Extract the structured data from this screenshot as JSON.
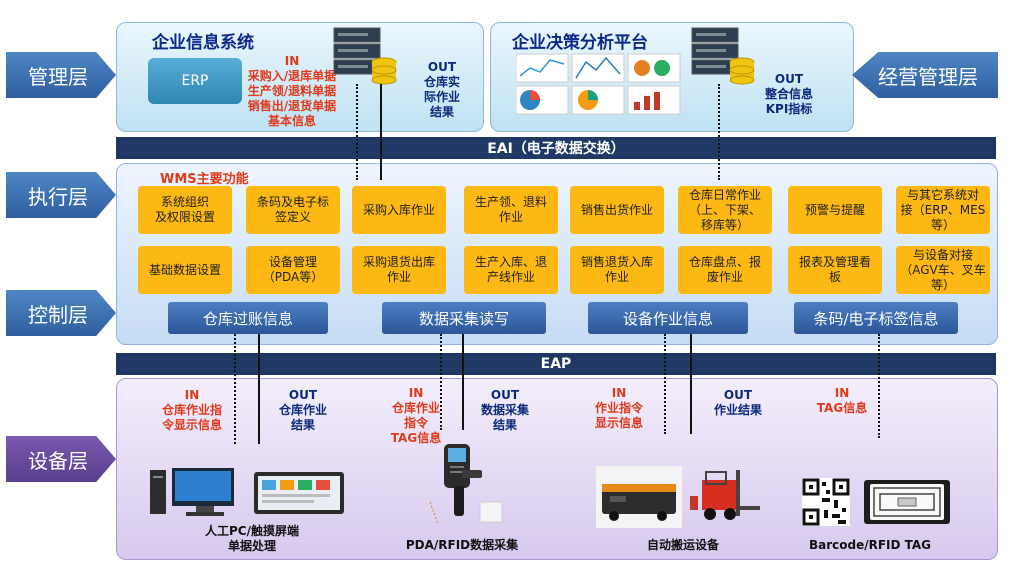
{
  "layers": {
    "mgmt": "管理层",
    "exec": "执行层",
    "control": "控制层",
    "device": "设备层",
    "business": "经营管理层"
  },
  "panels": {
    "enterprise_title": "企业信息系统",
    "decision_title": "企业决策分析平台",
    "erp_label": "ERP",
    "in_text": "IN\n采购入/退库单据\n生产领/退料单据\n销售出/退货单据\n基本信息",
    "out_text": "OUT\n仓库实\n际作业\n结果",
    "kpi_text": "OUT\n整合信息\nKPI指标"
  },
  "bands": {
    "eai": "EAI（电子数据交换）",
    "eap": "EAP"
  },
  "wms": {
    "title": "WMS主要功能",
    "functions": [
      "系统组织\n及权限设置",
      "条码及电子标\n签定义",
      "采购入库作业",
      "生产领、退料\n作业",
      "销售出货作业",
      "仓库日常作业\n（上、下架、\n移库等）",
      "预警与提醒",
      "与其它系统对\n接（ERP、MES\n等）",
      "基础数据设置",
      "设备管理\n（PDA等）",
      "采购退货出库\n作业",
      "生产入库、退\n产线作业",
      "销售退货入库\n作业",
      "仓库盘点、报\n废作业",
      "报表及管理看\n板",
      "与设备对接\n（AGV车、叉车\n等）"
    ]
  },
  "control": [
    "仓库过账信息",
    "数据采集读写",
    "设备作业信息",
    "条码/电子标签信息"
  ],
  "device_io": {
    "in1": "IN\n仓库作业指\n令显示信息",
    "out1": "OUT\n仓库作业\n结果",
    "in2": "IN\n仓库作业\n指令\nTAG信息",
    "out2": "OUT\n数据采集\n结果",
    "in3": "IN\n作业指令\n显示信息",
    "out3": "OUT\n作业结果",
    "in4": "IN\nTAG信息"
  },
  "captions": {
    "pc": "人工PC/触摸屏端\n单据处理",
    "pda": "PDA/RFID数据采集",
    "agv": "自动搬运设备",
    "tag": "Barcode/RFID TAG"
  },
  "colors": {
    "navy_band": "#1f3864",
    "function_box": "#fdb813",
    "control_box": "#2b5699",
    "red_text": "#e03a1a"
  }
}
